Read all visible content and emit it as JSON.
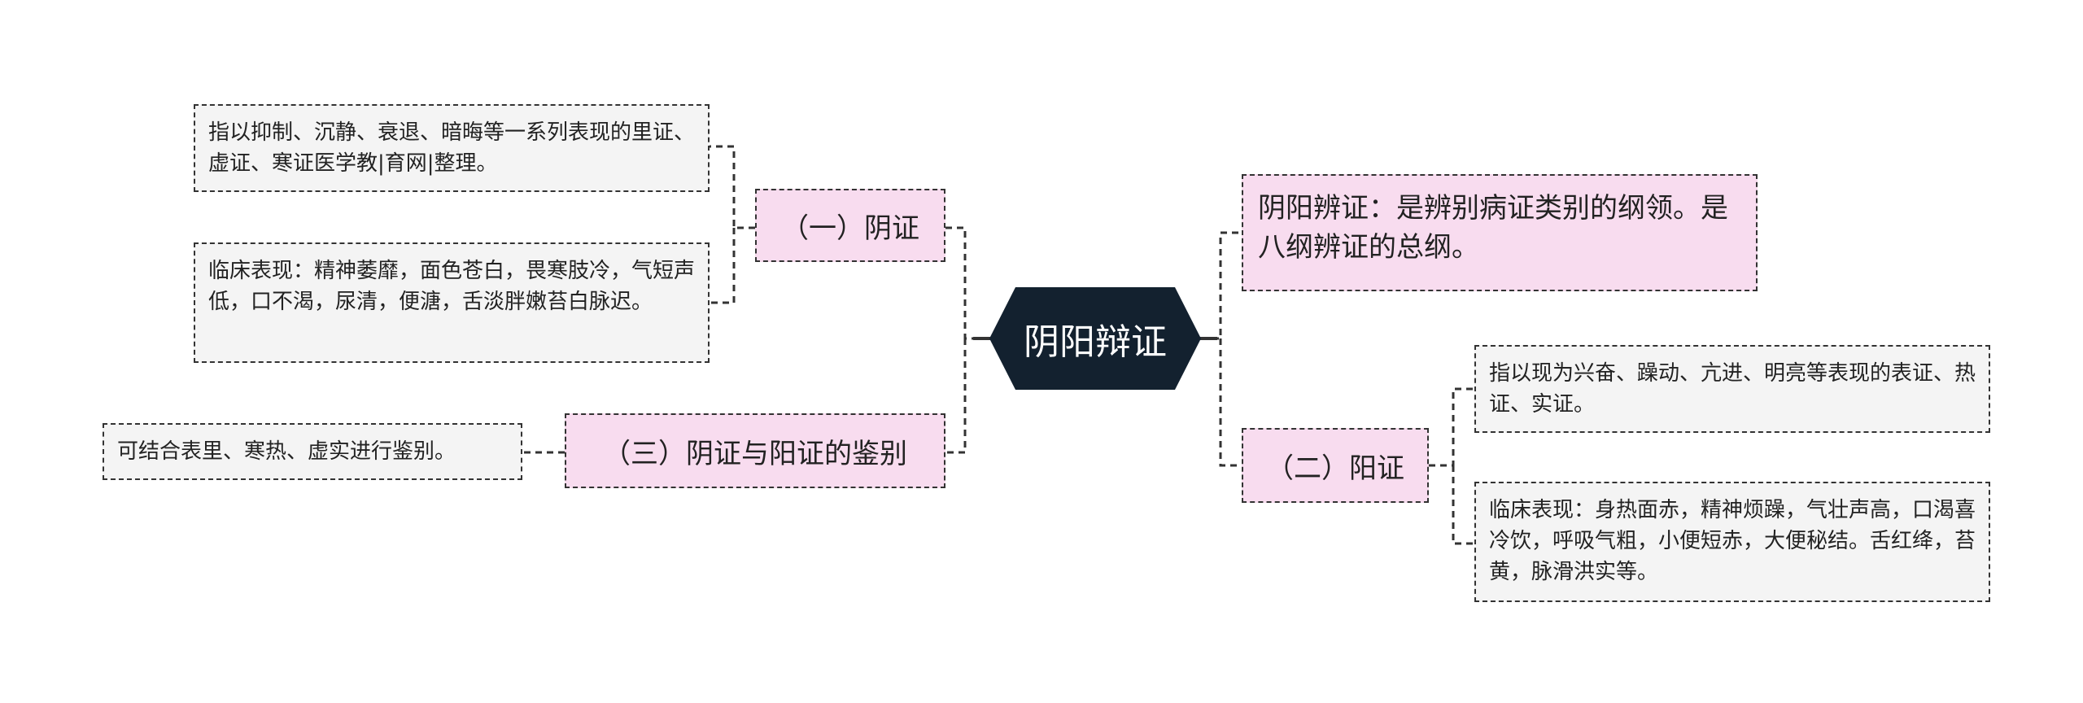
{
  "root": {
    "label": "阴阳辩证"
  },
  "branches": {
    "yin": {
      "label": "（一）阴证",
      "definition": "指以抑制、沉静、衰退、暗晦等一系列表现的里证、虚证、寒证医学教|育网|整理。",
      "clinical": "临床表现：精神萎靡，面色苍白，畏寒肢冷，气短声低，口不渴，尿清，便溏，舌淡胖嫩苔白脉迟。"
    },
    "distinguish": {
      "label": "（三）阴证与阳证的鉴别",
      "detail": "可结合表里、寒热、虚实进行鉴别。"
    },
    "definition": {
      "text": "阴阳辨证：是辨别病证类别的纲领。是八纲辨证的总纲。"
    },
    "yang": {
      "label": "（二）阳证",
      "definition": "指以现为兴奋、躁动、亢进、明亮等表现的表证、热证、实证。",
      "clinical": "临床表现：身热面赤，精神烦躁，气壮声高，口渴喜冷饮，呼吸气粗，小便短赤，大便秘结。舌红绛，苔黄，脉滑洪实等。"
    }
  },
  "colors": {
    "root_fill": "#13212f",
    "branch_fill": "#f8dcef",
    "leaf_fill": "#f4f4f4",
    "line": "#333333"
  }
}
